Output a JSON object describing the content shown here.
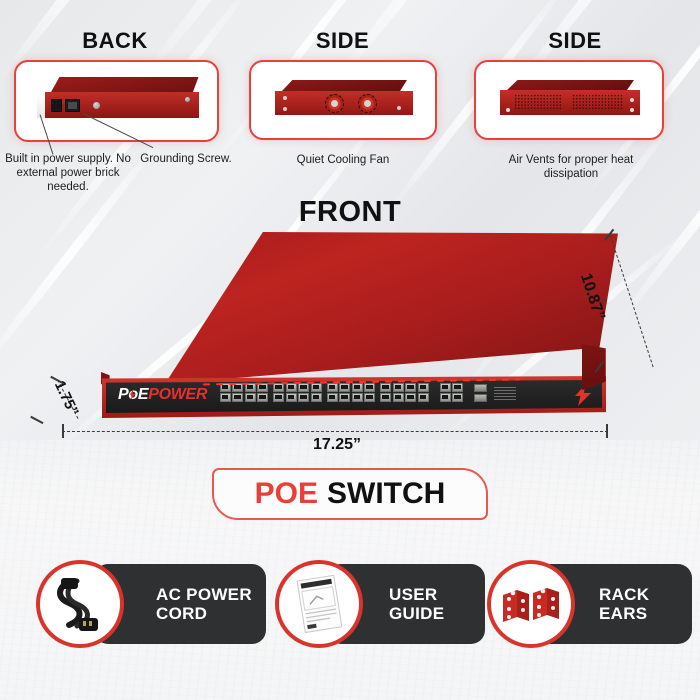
{
  "panels": [
    {
      "heading": "BACK",
      "view_name": "back-view",
      "captions": [
        {
          "text": "Built in power supply. No external power brick needed.",
          "name": "caption-power-supply"
        },
        {
          "text": "Grounding Screw.",
          "name": "caption-grounding-screw"
        }
      ]
    },
    {
      "heading": "SIDE",
      "view_name": "side-fan-view",
      "captions": [
        {
          "text": "Quiet Cooling Fan",
          "name": "caption-cooling-fan"
        }
      ]
    },
    {
      "heading": "SIDE",
      "view_name": "side-vent-view",
      "captions": [
        {
          "text": "Air Vents for proper heat dissipation",
          "name": "caption-air-vents"
        }
      ]
    }
  ],
  "front": {
    "heading": "FRONT",
    "logo": {
      "part1": "P",
      "part2": "o",
      "part3": "E",
      "part4": "POWER"
    },
    "dimensions": {
      "width": "17.25”",
      "depth": "10.87”",
      "height": "1.75”"
    }
  },
  "banner": {
    "word1": "POE",
    "word2": "SWITCH"
  },
  "accessories": [
    {
      "label": "AC POWER CORD",
      "icon": "power-cord-icon",
      "name": "accessory-ac-power-cord"
    },
    {
      "label": "USER GUIDE",
      "icon": "document-icon",
      "name": "accessory-user-guide"
    },
    {
      "label": "RACK EARS",
      "icon": "rack-bracket-icon",
      "name": "accessory-rack-ears"
    }
  ],
  "colors": {
    "brand_red": "#e8403a",
    "chassis_red": "#b2231f",
    "dark_card": "#2f3032"
  }
}
